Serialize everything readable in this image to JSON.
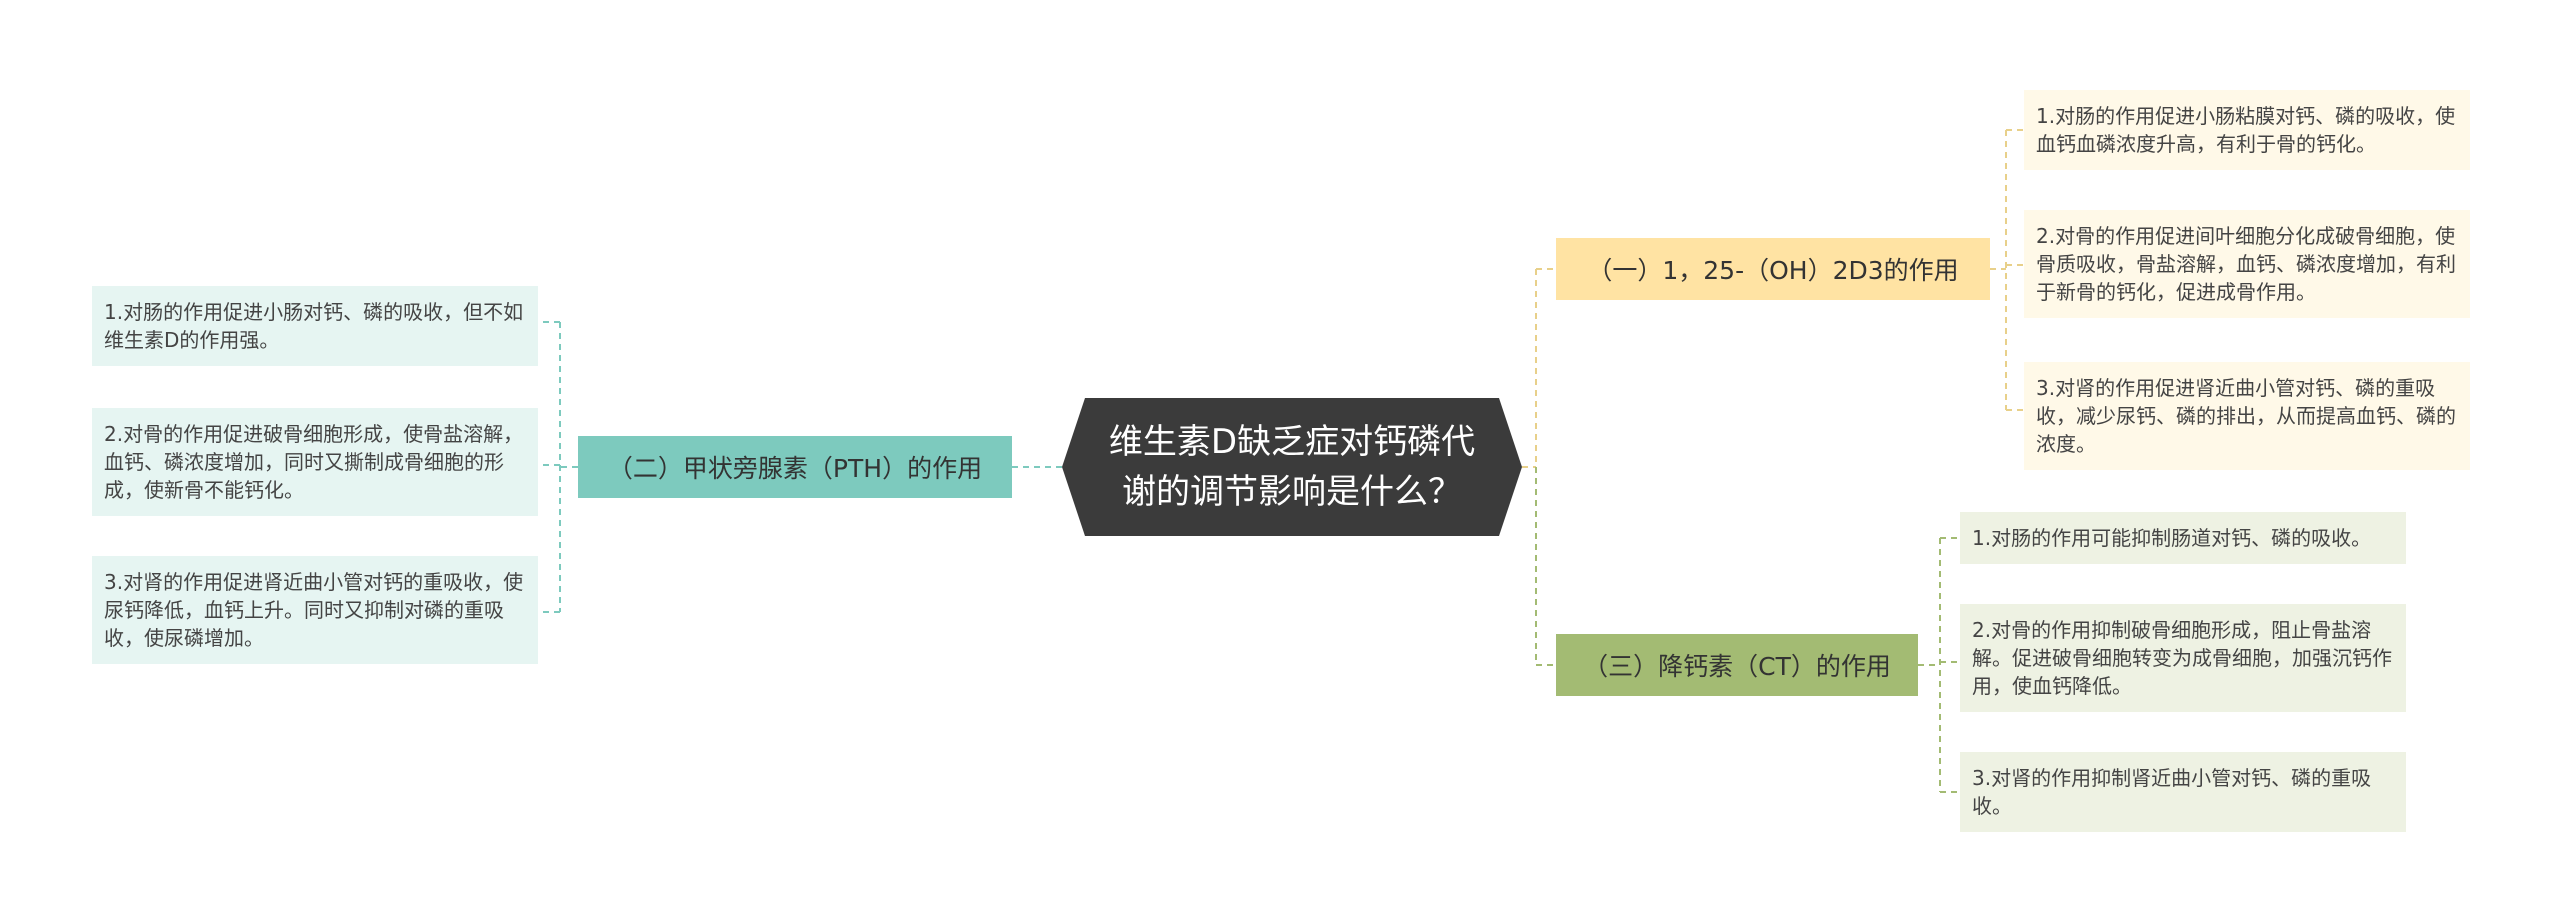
{
  "center": {
    "title": "维生素D缺乏症对钙磷代谢的调节影响是什么？"
  },
  "branches": [
    {
      "label": "（二）甲状旁腺素（PTH）的作用",
      "color": "#7dcabe",
      "leaves": [
        "1.对肠的作用促进小肠对钙、磷的吸收，但不如维生素D的作用强。",
        "2.对骨的作用促进破骨细胞形成，使骨盐溶解，血钙、磷浓度增加，同时又撕制成骨细胞的形成，使新骨不能钙化。",
        "3.对肾的作用促进肾近曲小管对钙的重吸收，使尿钙降低，血钙上升。同时又抑制对磷的重吸收，使尿磷增加。"
      ]
    },
    {
      "label": "（一）1，25-（OH）2D3的作用",
      "color": "#ffe3a3",
      "leaves": [
        "1.对肠的作用促进小肠粘膜对钙、磷的吸收，使血钙血磷浓度升高，有利于骨的钙化。",
        "2.对骨的作用促进间叶细胞分化成破骨细胞，使骨质吸收，骨盐溶解，血钙、磷浓度增加，有利于新骨的钙化，促进成骨作用。",
        "3.对肾的作用促进肾近曲小管对钙、磷的重吸收，减少尿钙、磷的排出，从而提高血钙、磷的浓度。"
      ]
    },
    {
      "label": "（三）降钙素（CT）的作用",
      "color": "#a3bb73",
      "leaves": [
        "1.对肠的作用可能抑制肠道对钙、磷的吸收。",
        "2.对骨的作用抑制破骨细胞形成，阻止骨盐溶解。促进破骨细胞转变为成骨细胞，加强沉钙作用，使血钙降低。",
        "3.对肾的作用抑制肾近曲小管对钙、磷的重吸收。"
      ]
    }
  ]
}
